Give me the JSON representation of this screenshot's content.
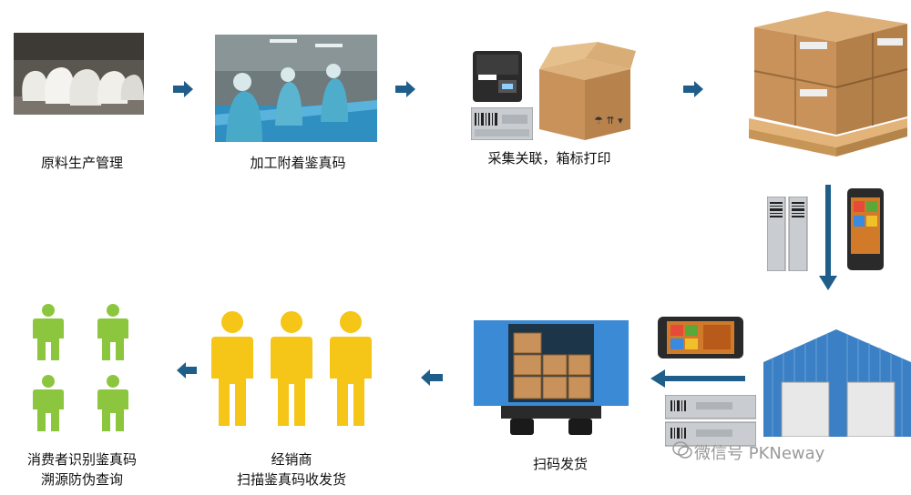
{
  "steps": {
    "raw_material": "原料生产管理",
    "processing": "加工附着鉴真码",
    "collect": "采集关联，箱标打印",
    "ship": "扫码发货",
    "dealer_line1": "经销商",
    "dealer_line2": "扫描鉴真码收发货",
    "consumer_line1": "消费者识别鉴真码",
    "consumer_line2": "溯源防伪查询"
  },
  "watermark": "微信号 PKNeway",
  "colors": {
    "arrow": "#1f5e8a",
    "consumer_figure": "#8cc63f",
    "dealer_figure": "#f5c518",
    "warehouse": "#3b7fc4",
    "box": "#c8925a"
  }
}
